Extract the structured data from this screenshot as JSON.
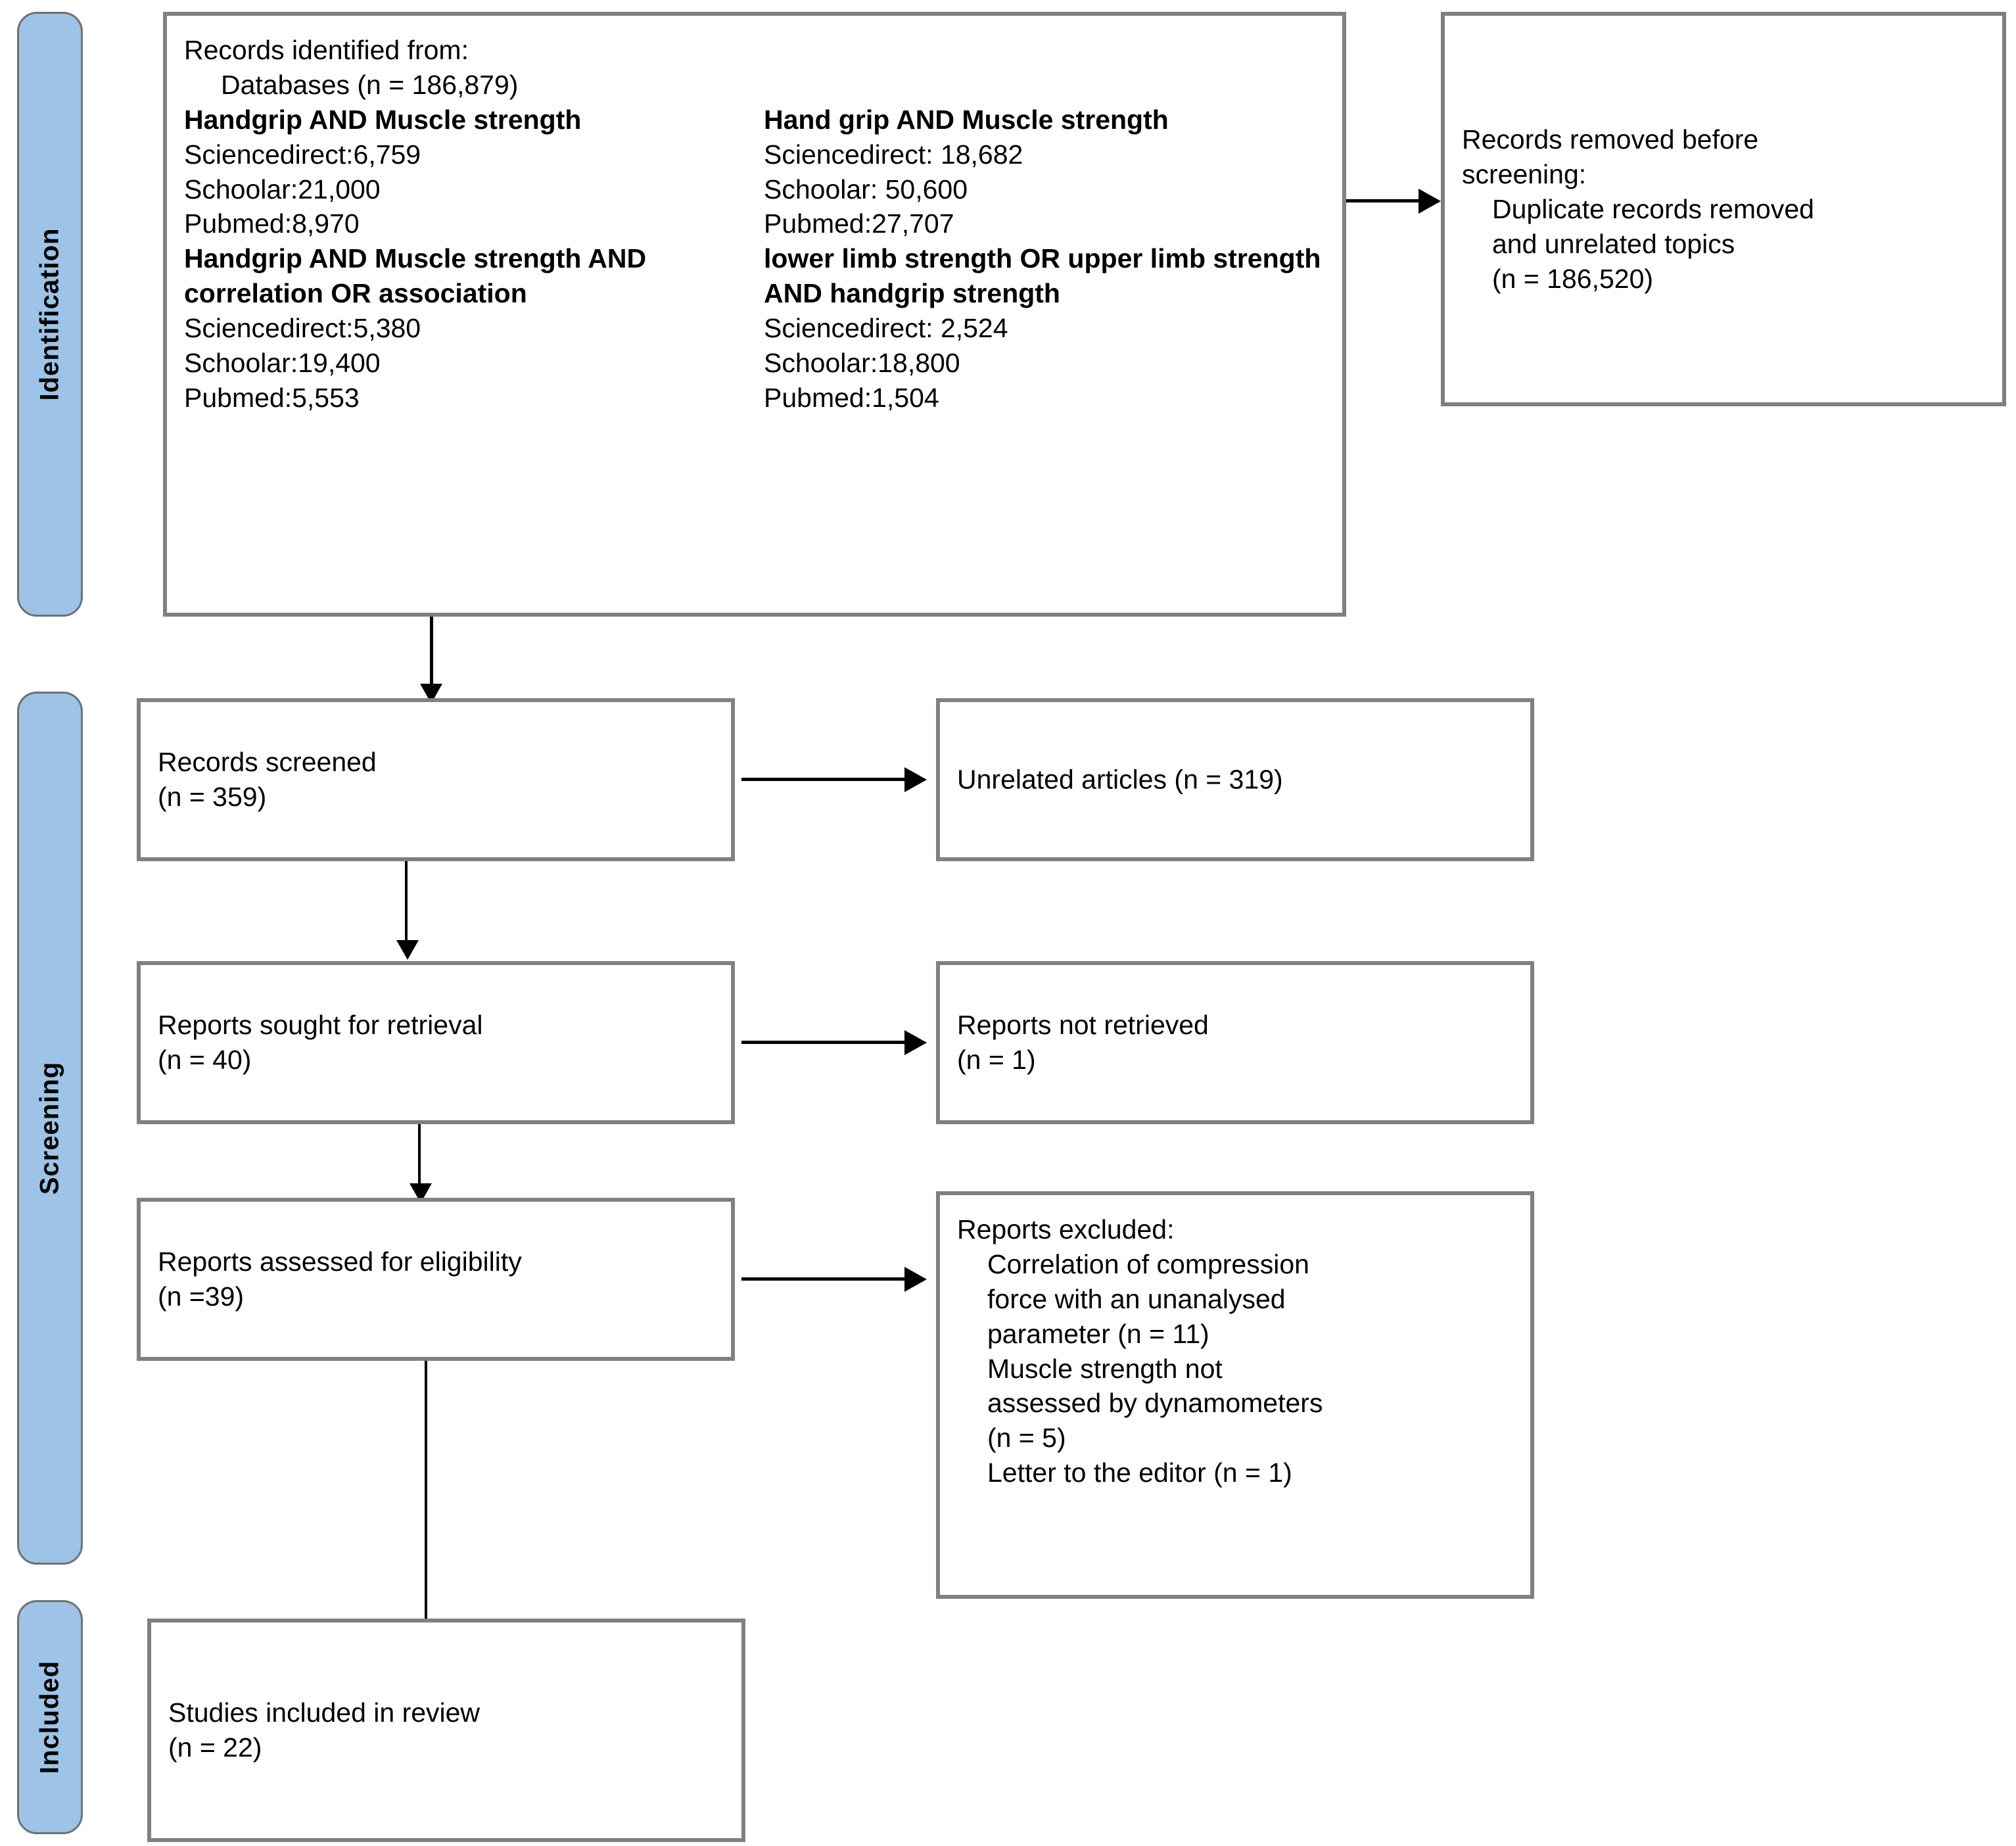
{
  "diagram": {
    "title": "PRISMA flow diagram",
    "accent_blue": "#9dc3e6",
    "box_border_gray": "#808080"
  },
  "phases": [
    {
      "id": "identification",
      "label": "Identification"
    },
    {
      "id": "screening",
      "label": "Screening"
    },
    {
      "id": "included",
      "label": "Included"
    }
  ],
  "identification_box": {
    "heading": "Records identified from:",
    "databases_line": "Databases (n = 186,879)",
    "left_column": [
      {
        "text": "Handgrip AND Muscle strength",
        "bold": true
      },
      {
        "text": "Sciencedirect:6,759",
        "bold": false
      },
      {
        "text": "Schoolar:21,000",
        "bold": false
      },
      {
        "text": "Pubmed:8,970",
        "bold": false
      },
      {
        "text": "Handgrip AND Muscle strength AND correlation OR association",
        "bold": true
      },
      {
        "text": "Sciencedirect:5,380",
        "bold": false
      },
      {
        "text": "Schoolar:19,400",
        "bold": false
      },
      {
        "text": "Pubmed:5,553",
        "bold": false
      }
    ],
    "right_column": [
      {
        "text": "Hand grip AND Muscle strength",
        "bold": true
      },
      {
        "text": "Sciencedirect: 18,682",
        "bold": false
      },
      {
        "text": "Schoolar: 50,600",
        "bold": false
      },
      {
        "text": "Pubmed:27,707",
        "bold": false
      },
      {
        "text": "lower limb strength OR upper limb strength AND handgrip strength",
        "bold": true
      },
      {
        "text": "Sciencedirect: 2,524",
        "bold": false
      },
      {
        "text": "Schoolar:18,800",
        "bold": false
      },
      {
        "text": "Pubmed:1,504",
        "bold": false
      }
    ]
  },
  "records_removed_box": {
    "line1_plain": "Records removed ",
    "line1_italic": "before",
    "line2_italic": "screening",
    "line2_colon": ":",
    "detail1": "Duplicate records removed",
    "detail2": "and unrelated topics",
    "detail3": "(n = 186,520)"
  },
  "records_screened_box": {
    "label": "Records screened",
    "count": "(n = 359)"
  },
  "unrelated_articles_box": {
    "label": "Unrelated articles (n = 319)"
  },
  "reports_sought_box": {
    "label": "Reports sought for retrieval",
    "count": "(n = 40)"
  },
  "reports_not_retrieved_box": {
    "label": "Reports not retrieved",
    "count": "(n = 1)"
  },
  "reports_assessed_box": {
    "label": "Reports assessed for eligibility",
    "count": "(n =39)"
  },
  "reports_excluded_box": {
    "heading": "Reports excluded:",
    "reasons": [
      "Correlation of compression",
      "force with an unanalysed",
      "parameter (n = 11)",
      "Muscle strength not",
      "assessed by dynamometers",
      "(n = 5)",
      "Letter to the editor (n = 1)"
    ]
  },
  "studies_included_box": {
    "label": "Studies included in review",
    "count": "(n = 22)"
  }
}
